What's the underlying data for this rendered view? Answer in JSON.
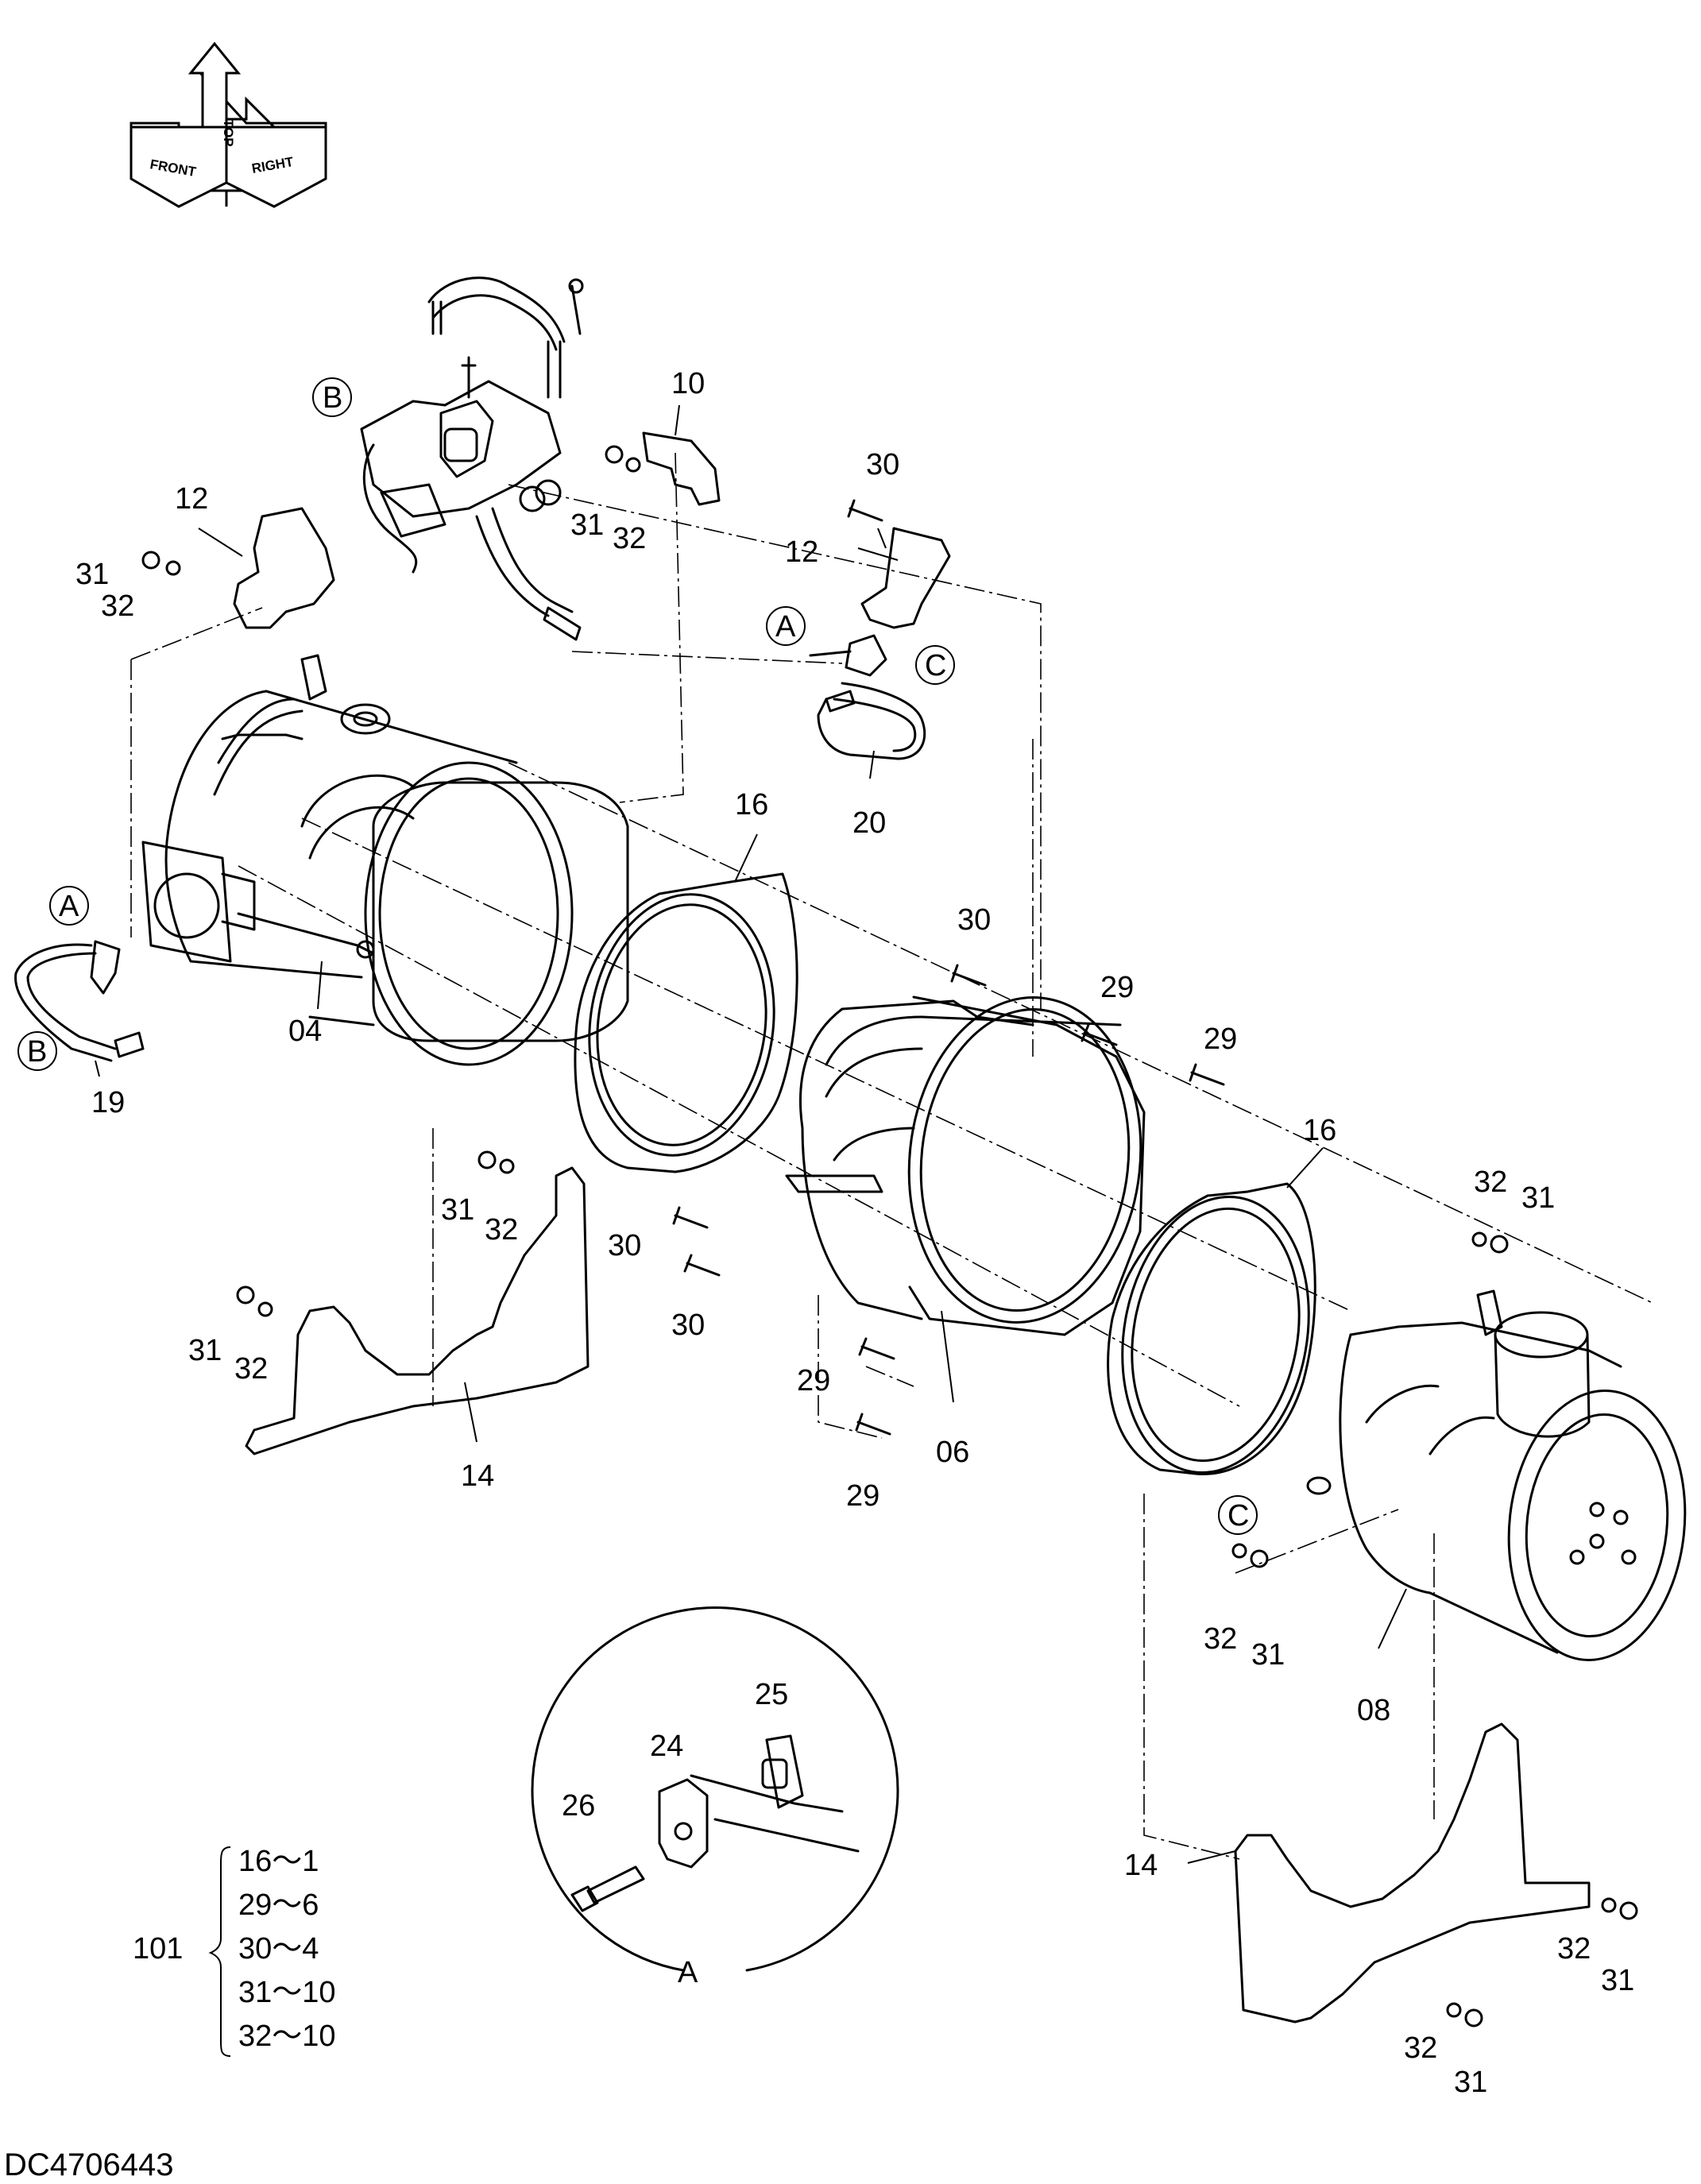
{
  "diagram_code": "DC4706443",
  "orientation": {
    "front": "FRONT",
    "top": "TOP",
    "right": "RIGHT"
  },
  "detail_view": {
    "name": "A",
    "parts": [
      "24",
      "25",
      "26"
    ]
  },
  "callouts": {
    "a": "A",
    "b": "B",
    "c": "C"
  },
  "part_numbers": {
    "p04": "04",
    "p06": "06",
    "p08": "08",
    "p10": "10",
    "p12": "12",
    "p14": "14",
    "p16": "16",
    "p19": "19",
    "p20": "20",
    "p24": "24",
    "p25": "25",
    "p26": "26",
    "p29": "29",
    "p30": "30",
    "p31": "31",
    "p32": "32"
  },
  "kit": {
    "number": "101",
    "items": [
      {
        "part": "16",
        "qty": "1"
      },
      {
        "part": "29",
        "qty": "6"
      },
      {
        "part": "30",
        "qty": "4"
      },
      {
        "part": "31",
        "qty": "10"
      },
      {
        "part": "32",
        "qty": "10"
      }
    ],
    "separator": "〜"
  }
}
